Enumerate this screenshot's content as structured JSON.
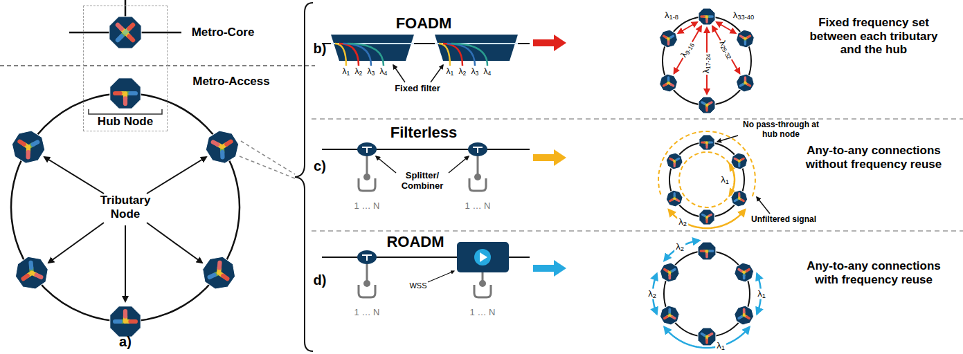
{
  "diagram": {
    "nodes": [
      {
        "text": [
          "Hub Node"
        ]
      }
    ],
    "labels": [
      "Metro-Core",
      "Metro-Access",
      "Tributary Node",
      "a)",
      "b)",
      "FOADM",
      "λ1",
      "λ2",
      "λ3",
      "λ4",
      "λ1",
      "λ2",
      "λ3",
      "λ4",
      "Fixed filter",
      "λ1-8",
      "λ33-40",
      "λ9-16",
      "λ17-24",
      "λ25-32",
      "Fixed frequency set between each tributary and the hub",
      "c)",
      "Filterless",
      "Splitter/ Combiner",
      "1 … N",
      "1 … N",
      "No pass-through at hub node",
      "λ1",
      "λ2",
      "Unfiltered signal",
      "Any-to-any connections without frequency reuse",
      "d)",
      "ROADM",
      "WSS",
      "1 … N",
      "1 … N",
      "λ2",
      "λ1",
      "λ2",
      "λ1",
      "Any-to-any connections with frequency reuse"
    ]
  }
}
